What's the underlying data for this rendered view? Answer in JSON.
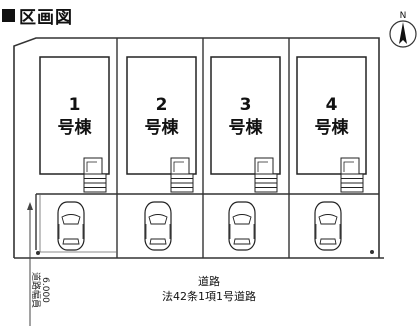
{
  "title": "区画図",
  "compass": {
    "north_label": "N"
  },
  "lots": [
    {
      "number": "1",
      "label": "号棟"
    },
    {
      "number": "2",
      "label": "号棟"
    },
    {
      "number": "3",
      "label": "号棟"
    },
    {
      "number": "4",
      "label": "号棟"
    }
  ],
  "road": {
    "name": "道路",
    "legal_basis": "法42条1項1号道路",
    "width_label": "道路幅員",
    "width_value": "6.000"
  }
}
